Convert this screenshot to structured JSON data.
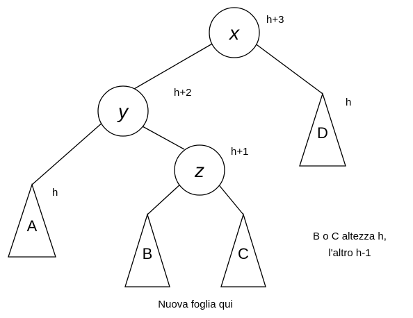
{
  "nodes": {
    "x": {
      "label": "x",
      "height": "h+3"
    },
    "y": {
      "label": "y",
      "height": "h+2"
    },
    "z": {
      "label": "z",
      "height": "h+1"
    }
  },
  "subtrees": {
    "A": {
      "label": "A",
      "height": "h"
    },
    "B": {
      "label": "B"
    },
    "C": {
      "label": "C"
    },
    "D": {
      "label": "D",
      "height": "h"
    }
  },
  "notes": {
    "new_leaf": "Nuova foglia qui",
    "bc_height_line1": "B o C altezza h,",
    "bc_height_line2": "l'altro h-1"
  }
}
